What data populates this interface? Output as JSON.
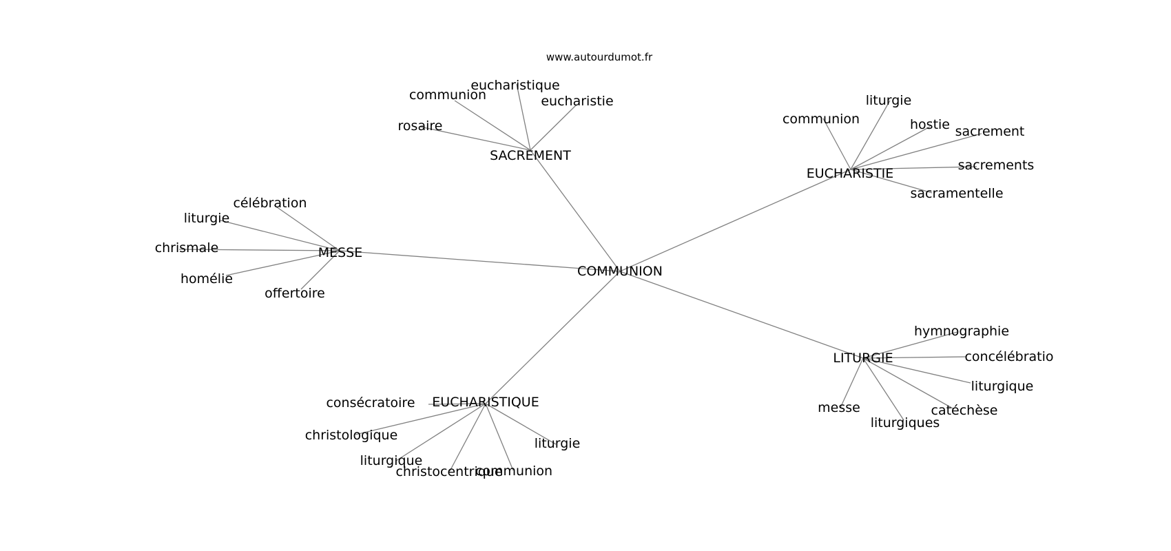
{
  "site": "www.autourdumot.fr",
  "center": "COMMUNION",
  "clusters": [
    {
      "name": "SACREMENT",
      "words": [
        "eucharistique",
        "communion",
        "eucharistie",
        "rosaire"
      ]
    },
    {
      "name": "EUCHARISTIE",
      "words": [
        "liturgie",
        "communion",
        "hostie",
        "sacrement",
        "sacrements",
        "sacramentelle"
      ]
    },
    {
      "name": "MESSE",
      "words": [
        "célébration",
        "liturgie",
        "chrismale",
        "homélie",
        "offertoire"
      ]
    },
    {
      "name": "LITURGIE",
      "words": [
        "hymnographie",
        "concélébratio",
        "liturgique",
        "catéchèse",
        "liturgiques",
        "messe"
      ]
    },
    {
      "name": "EUCHARISTIQUE",
      "words": [
        "consécratoire",
        "christologique",
        "liturgique",
        "christocentrique",
        "communion",
        "liturgie"
      ]
    }
  ]
}
